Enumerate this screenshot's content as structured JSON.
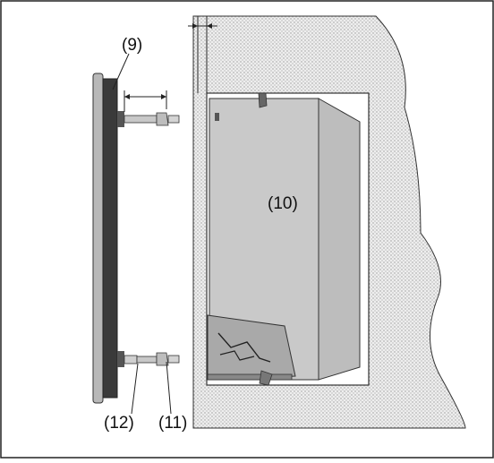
{
  "figure": {
    "labels": {
      "frame": "(9)",
      "housing": "(10)",
      "screw": "(11)",
      "spacer": "(12)"
    },
    "colors": {
      "wall": "#e6e6e6",
      "frame_light": "#b8b8b8",
      "frame_dark": "#3a3a3a",
      "housing": "#c9c9c9",
      "housing_side": "#bdbdbd",
      "line": "#111111"
    }
  }
}
